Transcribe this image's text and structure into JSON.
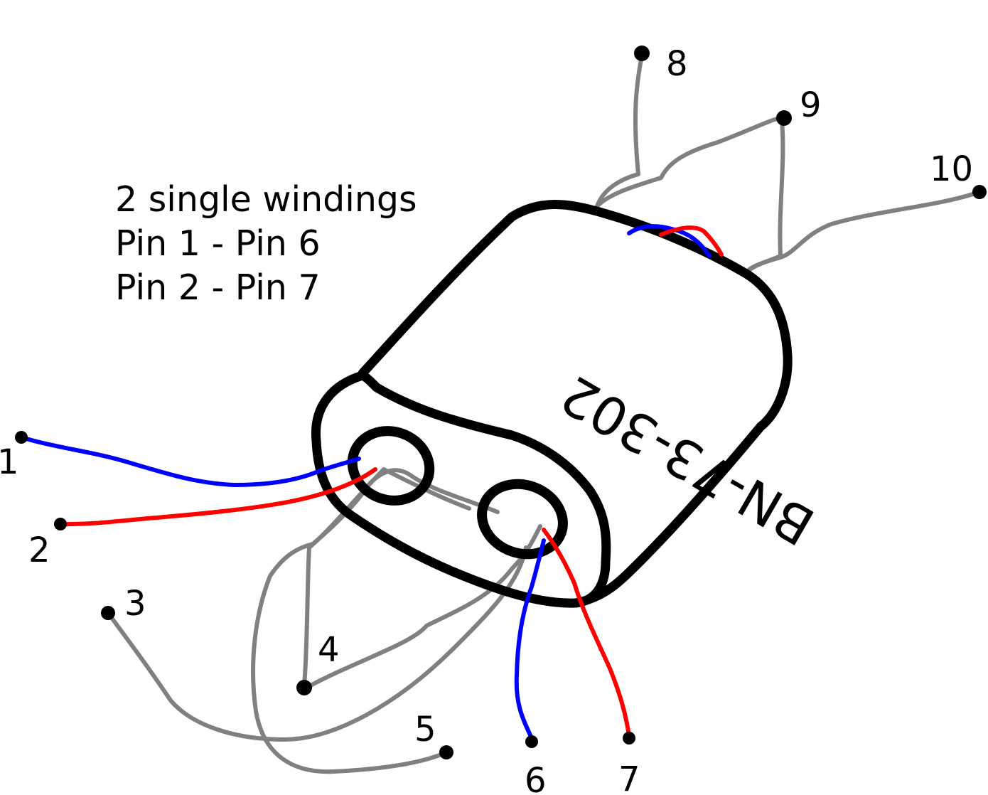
{
  "notes": {
    "line1": "2 single windings",
    "line2": "Pin 1 - Pin 6",
    "line3": "Pin 2 - Pin 7"
  },
  "core": {
    "part_number": "BN-73-302"
  },
  "pins": {
    "p1": "1",
    "p2": "2",
    "p3": "3",
    "p4": "4",
    "p5": "5",
    "p6": "6",
    "p7": "7",
    "p8": "8",
    "p9": "9",
    "p10": "10"
  },
  "colors": {
    "winding_a": "#0000ff",
    "winding_b": "#ff0000",
    "unused_wire": "#808080",
    "core_outline": "#000000"
  }
}
